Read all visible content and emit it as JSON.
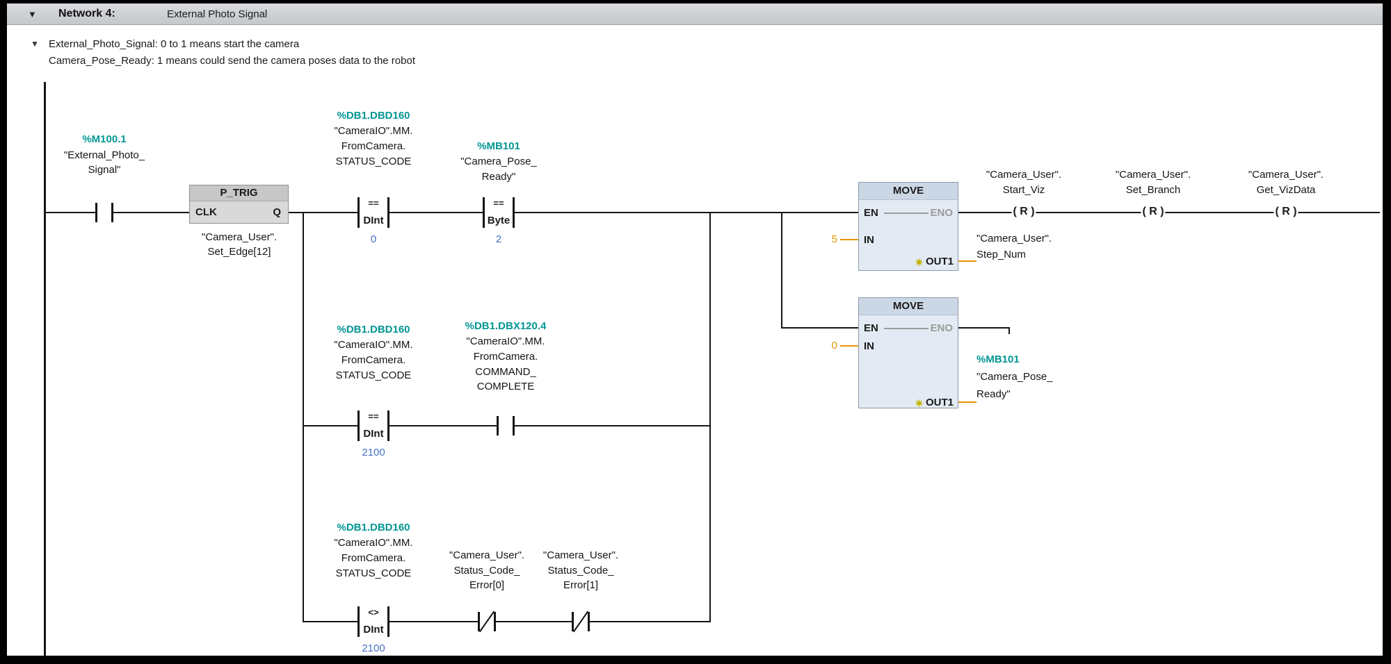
{
  "header": {
    "collapse_icon": "▼",
    "network_label": "Network 4:",
    "network_title": "External Photo Signal"
  },
  "comment": {
    "collapse_icon": "▼",
    "line1": "External_Photo_Signal: 0 to 1 means start the camera",
    "line2": "Camera_Pose_Ready: 1 means could send the camera poses data to the robot"
  },
  "ladder": {
    "contact_photo": {
      "address": "%M100.1",
      "name1": "\"External_Photo_",
      "name2": "Signal\""
    },
    "p_trig": {
      "title": "P_TRIG",
      "pin_clk": "CLK",
      "pin_q": "Q",
      "operand1": "\"Camera_User\".",
      "operand2": "Set_Edge[12]"
    },
    "cmp_status_eq_0": {
      "address": "%DB1.DBD160",
      "name1": "\"CameraIO\".MM.",
      "name2": "FromCamera.",
      "name3": "STATUS_CODE",
      "op": "==",
      "dtype": "DInt",
      "value": "0"
    },
    "cmp_pose_ready": {
      "address": "%MB101",
      "name1": "\"Camera_Pose_",
      "name2": "Ready\"",
      "op": "==",
      "dtype": "Byte",
      "value": "2"
    },
    "cmp_status_eq_2100": {
      "address": "%DB1.DBD160",
      "name1": "\"CameraIO\".MM.",
      "name2": "FromCamera.",
      "name3": "STATUS_CODE",
      "op": "==",
      "dtype": "DInt",
      "value": "2100"
    },
    "contact_command_complete": {
      "address": "%DB1.DBX120.4",
      "name1": "\"CameraIO\".MM.",
      "name2": "FromCamera.",
      "name3": "COMMAND_",
      "name4": "COMPLETE"
    },
    "cmp_status_ne_2100": {
      "address": "%DB1.DBD160",
      "name1": "\"CameraIO\".MM.",
      "name2": "FromCamera.",
      "name3": "STATUS_CODE",
      "op": "<>",
      "dtype": "DInt",
      "value": "2100"
    },
    "contact_error0": {
      "name1": "\"Camera_User\".",
      "name2": "Status_Code_",
      "name3": "Error[0]"
    },
    "contact_error1": {
      "name1": "\"Camera_User\".",
      "name2": "Status_Code_",
      "name3": "Error[1]"
    },
    "move1": {
      "title": "MOVE",
      "pin_en": "EN",
      "pin_eno": "ENO",
      "pin_in": "IN",
      "pin_out": "OUT1",
      "in_value": "5",
      "out_operand1": "\"Camera_User\".",
      "out_operand2": "Step_Num"
    },
    "move2": {
      "title": "MOVE",
      "pin_en": "EN",
      "pin_eno": "ENO",
      "pin_in": "IN",
      "pin_out": "OUT1",
      "in_value": "0",
      "out_address": "%MB101",
      "out_operand1": "\"Camera_Pose_",
      "out_operand2": "Ready\""
    },
    "coil_start_viz": {
      "operand1": "\"Camera_User\".",
      "operand2": "Start_Viz",
      "symbol": "R"
    },
    "coil_set_branch": {
      "operand1": "\"Camera_User\".",
      "operand2": "Set_Branch",
      "symbol": "R"
    },
    "coil_get_vizdata": {
      "operand1": "\"Camera_User\".",
      "operand2": "Get_VizData",
      "symbol": "R"
    }
  },
  "colors": {
    "address_teal": "#009694",
    "constant_blue": "#4470c4",
    "param_orange": "#e59400",
    "eno_gray": "#9b9b9b"
  }
}
